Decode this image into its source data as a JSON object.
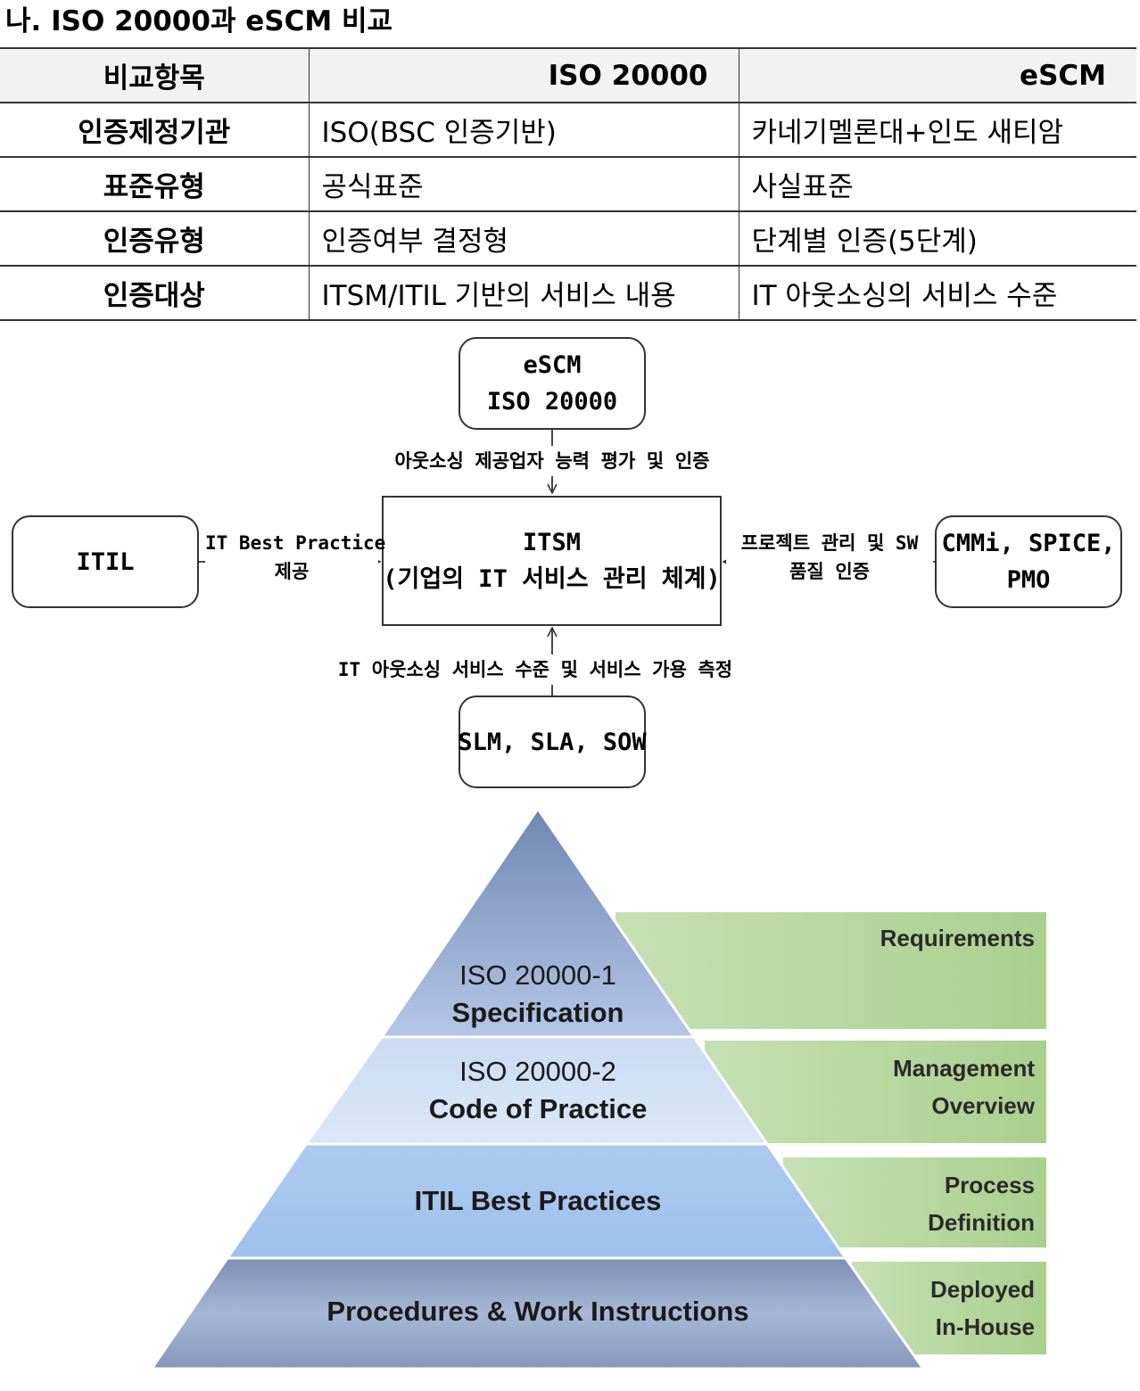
{
  "title": "나. ISO 20000과 eSCM 비교",
  "table": {
    "headers": [
      "비교항목",
      "ISO 20000",
      "eSCM"
    ],
    "rows": [
      [
        "인증제정기관",
        "ISO(BSC 인증기반)",
        "카네기멜론대+인도 새티암"
      ],
      [
        "표준유형",
        "공식표준",
        "사실표준"
      ],
      [
        "인증유형",
        "인증여부 결정형",
        "단계별 인증(5단계)"
      ],
      [
        "인증대상",
        "ITSM/ITIL 기반의 서비스 내용",
        "IT 아웃소싱의 서비스 수준"
      ]
    ]
  },
  "diagram": {
    "top_box": {
      "line1": "eSCM",
      "line2": "ISO 20000"
    },
    "top_label": "아웃소싱 제공업자 능력 평가 및 인증",
    "center_box": {
      "line1": "ITSM",
      "line2": "(기업의 IT 서비스 관리 체계)"
    },
    "left_box": "ITIL",
    "left_label": {
      "line1": "IT Best Practice",
      "line2": "제공"
    },
    "right_box": {
      "line1": "CMMi, SPICE,",
      "line2": "PMO"
    },
    "right_label": {
      "line1": "프로젝트 관리 및 SW",
      "line2": "품질 인증"
    },
    "bottom_label": "IT 아웃소싱 서비스 수준 및 서비스 가용 측정",
    "bottom_box": "SLM, SLA, SOW"
  },
  "pyramid": {
    "levels": [
      {
        "line1": "ISO 20000-1",
        "line2": "Specification",
        "side": [
          "Requirements"
        ]
      },
      {
        "line1": "ISO 20000-2",
        "line2": "Code of Practice",
        "side": [
          "Management",
          "Overview"
        ]
      },
      {
        "line1": "",
        "line2": "ITIL Best Practices",
        "side": [
          "Process",
          "Definition"
        ]
      },
      {
        "line1": "",
        "line2": "Procedures & Work Instructions",
        "side": [
          "Deployed",
          "In-House"
        ]
      }
    ],
    "colors": {
      "green": "#a9d08e",
      "blue_top": "#8faadc",
      "blue_light": "#c5d9f1",
      "blue_mid": "#9dc3e6",
      "blue_dark": "#7f93b8"
    }
  }
}
